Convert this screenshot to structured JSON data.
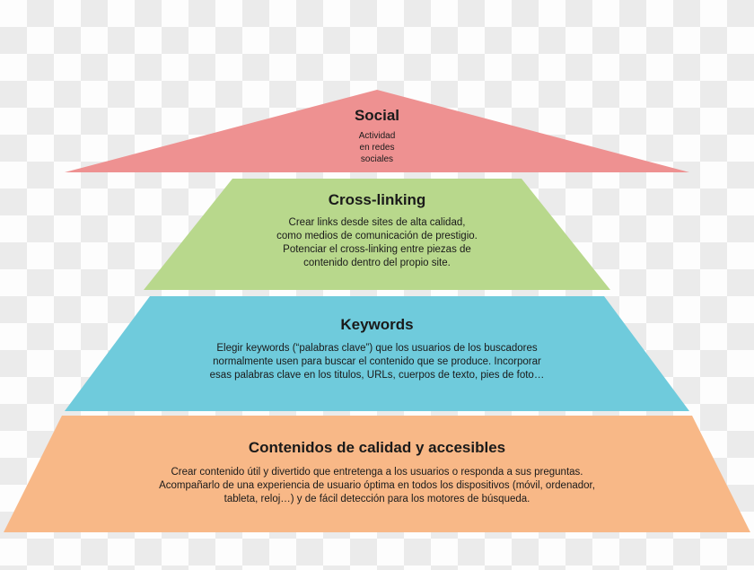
{
  "diagram": {
    "type": "pyramid",
    "tiers": [
      {
        "id": "social",
        "title": "Social",
        "body": "Actividad\nen redes\nsociales",
        "color": "#EE9191"
      },
      {
        "id": "cross-linking",
        "title": "Cross-linking",
        "body": "Crear links desde sites de alta calidad,\ncomo medios de comunicación de prestigio.\nPotenciar el cross-linking entre piezas de\ncontenido dentro del propio site.",
        "color": "#B8D88C"
      },
      {
        "id": "keywords",
        "title": "Keywords",
        "body": "Elegir keywords (“palabras clave”) que los usuarios de los buscadores\nnormalmente usen para buscar el contenido que se produce. Incorporar\nesas palabras clave en los titulos, URLs, cuerpos de texto, pies de foto…",
        "color": "#6FCBDC"
      },
      {
        "id": "contenidos",
        "title": "Contenidos de calidad y accesibles",
        "body": "Crear contenido útil y divertido que entretenga a los usuarios o responda a sus preguntas.\nAcompañarlo de una experiencia de usuario óptima en todos los dispositivos (móvil, ordenador,\ntableta, reloj…) y de fácil detección para los motores de búsqueda.",
        "color": "#F8B887"
      }
    ]
  }
}
